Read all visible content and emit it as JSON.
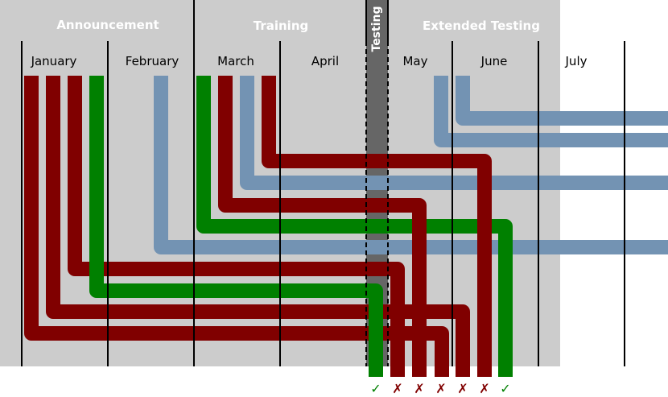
{
  "phases": {
    "announcement": "Announcement",
    "training": "Training",
    "testing": "Testing",
    "extended_testing": "Extended Testing"
  },
  "months": [
    "January",
    "February",
    "March",
    "April",
    "May",
    "June",
    "July"
  ],
  "colors": {
    "shaded_region": "#cccccc",
    "testing_band": "#666666",
    "red": "#800000",
    "green": "#008000",
    "blue": "#7393b3",
    "divider": "#000000"
  },
  "outcomes": [
    "pass",
    "fail",
    "fail",
    "fail",
    "fail",
    "fail",
    "pass"
  ],
  "outcome_symbols": {
    "pass": "✓",
    "fail": "✗"
  }
}
